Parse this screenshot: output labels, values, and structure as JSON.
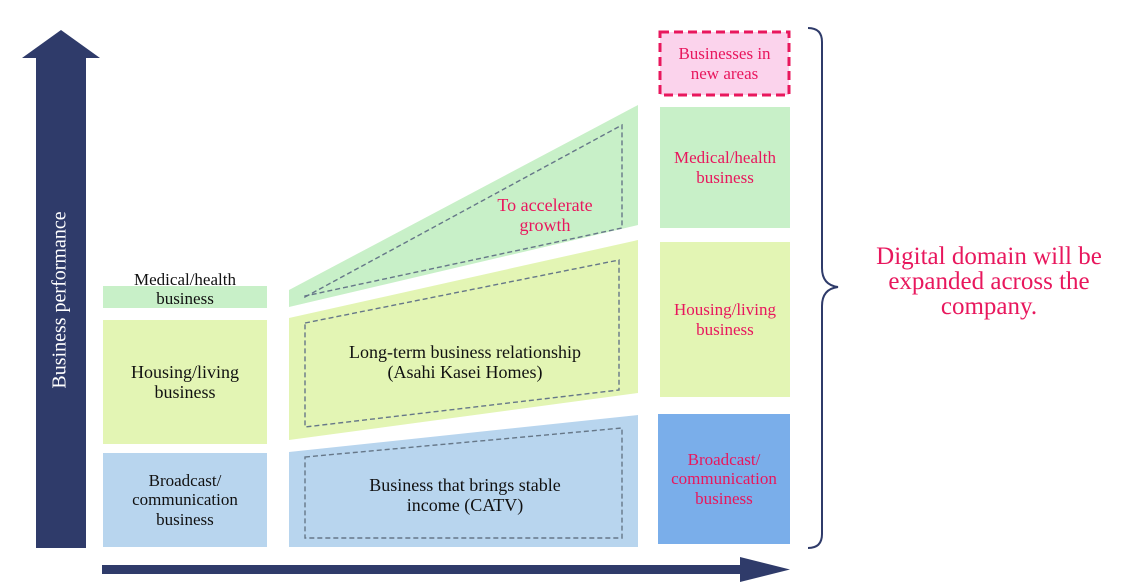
{
  "axis": {
    "y_label": "Business performance"
  },
  "colors": {
    "arrow": "#2f3b6a",
    "light_green": "#c8f0c8",
    "yellow_green": "#e3f5b4",
    "light_blue": "#b8d5ee",
    "mid_blue": "#7aaeea",
    "pink_fill": "#fbd3ec",
    "pink_text": "#e8175d",
    "brace": "#2f3b6a"
  },
  "left_column": {
    "medical": "Medical/health\nbusiness",
    "housing": "Housing/living\nbusiness",
    "broadcast": "Broadcast/\ncommunication\nbusiness"
  },
  "middle_column": {
    "growth": "To accelerate\ngrowth",
    "relationship": "Long-term business relationship\n(Asahi Kasei Homes)",
    "stable": "Business that brings stable\nincome (CATV)"
  },
  "right_column": {
    "new_areas": "Businesses in\nnew areas",
    "medical": "Medical/health\nbusiness",
    "housing": "Housing/living\nbusiness",
    "broadcast": "Broadcast/\ncommunication\nbusiness"
  },
  "callout": "Digital domain will be\nexpanded across the\ncompany."
}
